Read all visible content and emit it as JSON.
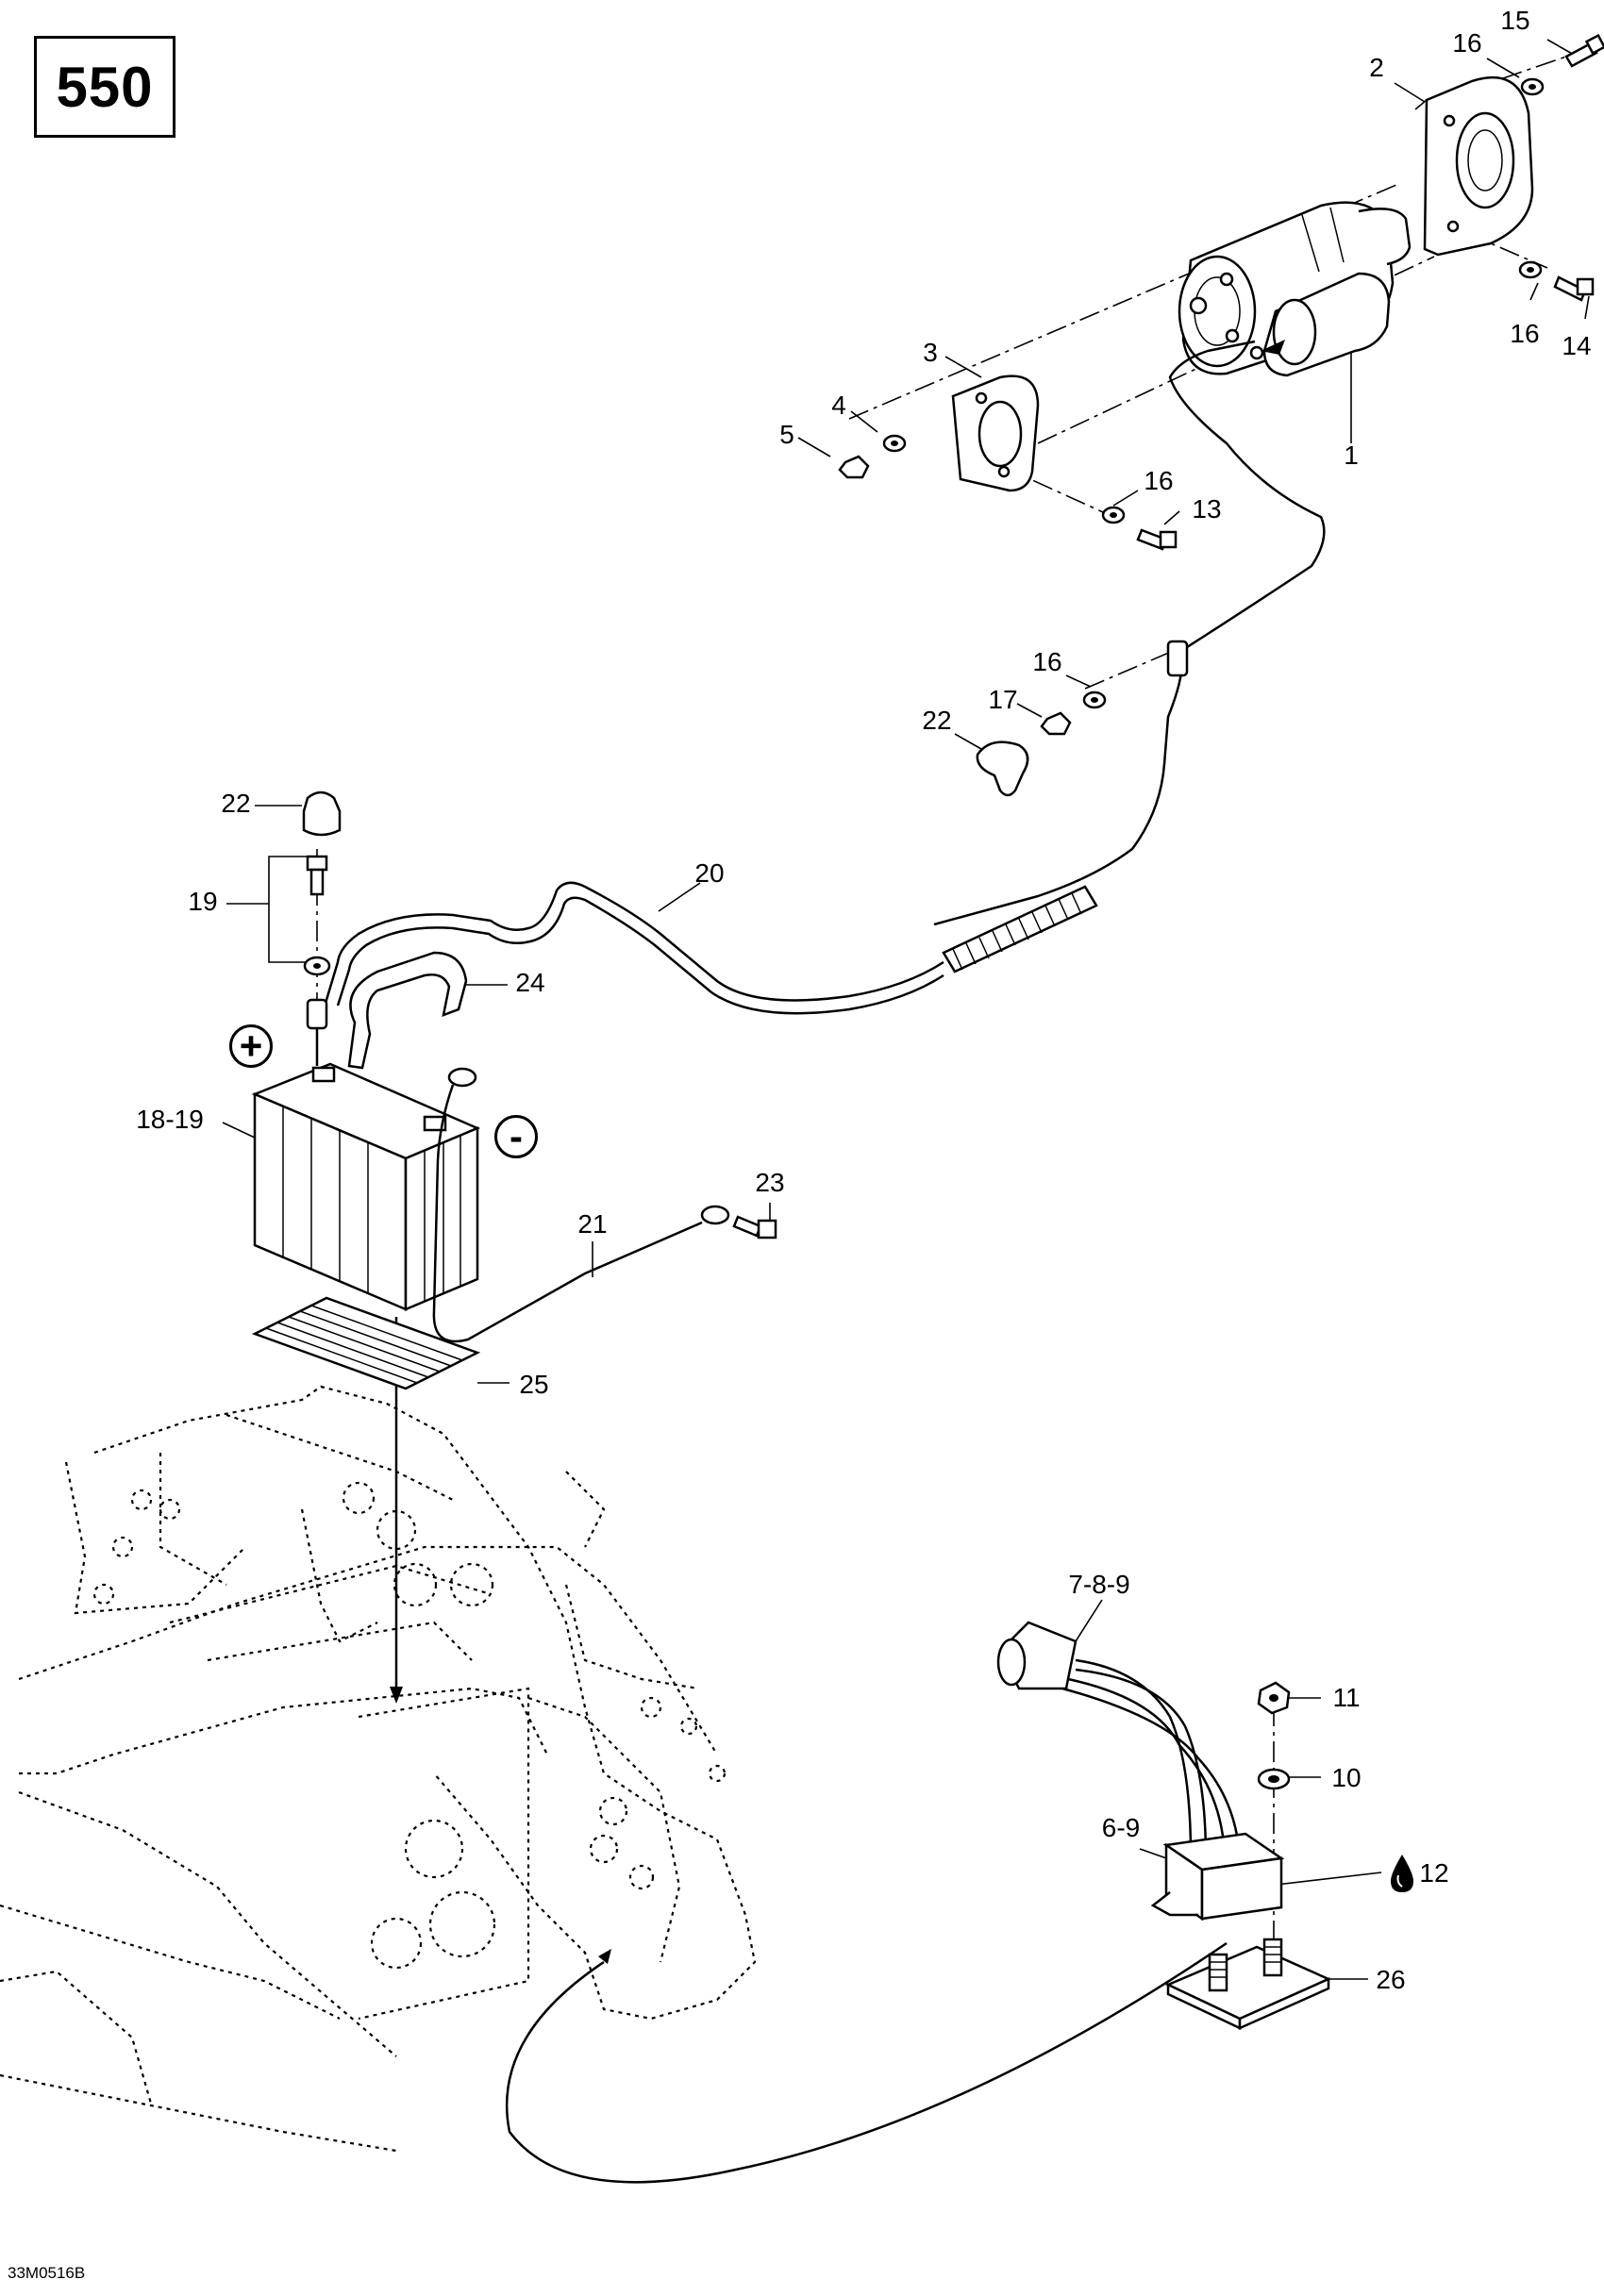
{
  "page": {
    "model": "550",
    "drawing_code": "33M0516B"
  },
  "symbols": {
    "plus": "+",
    "minus": "-"
  },
  "icons": {
    "oil_drop": "oil-drop-icon"
  },
  "callouts": [
    {
      "id": "1",
      "label": "1"
    },
    {
      "id": "2",
      "label": "2"
    },
    {
      "id": "3",
      "label": "3"
    },
    {
      "id": "4",
      "label": "4"
    },
    {
      "id": "5",
      "label": "5"
    },
    {
      "id": "6-9",
      "label": "6-9"
    },
    {
      "id": "7-8-9",
      "label": "7-8-9"
    },
    {
      "id": "10",
      "label": "10"
    },
    {
      "id": "11",
      "label": "11"
    },
    {
      "id": "12",
      "label": "12"
    },
    {
      "id": "13",
      "label": "13"
    },
    {
      "id": "14",
      "label": "14"
    },
    {
      "id": "15",
      "label": "15"
    },
    {
      "id": "16a",
      "label": "16"
    },
    {
      "id": "16b",
      "label": "16"
    },
    {
      "id": "16c",
      "label": "16"
    },
    {
      "id": "16d",
      "label": "16"
    },
    {
      "id": "17",
      "label": "17"
    },
    {
      "id": "18-19",
      "label": "18-19"
    },
    {
      "id": "19",
      "label": "19"
    },
    {
      "id": "20",
      "label": "20"
    },
    {
      "id": "21",
      "label": "21"
    },
    {
      "id": "22a",
      "label": "22"
    },
    {
      "id": "22b",
      "label": "22"
    },
    {
      "id": "23",
      "label": "23"
    },
    {
      "id": "24",
      "label": "24"
    },
    {
      "id": "25",
      "label": "25"
    },
    {
      "id": "26",
      "label": "26"
    }
  ]
}
